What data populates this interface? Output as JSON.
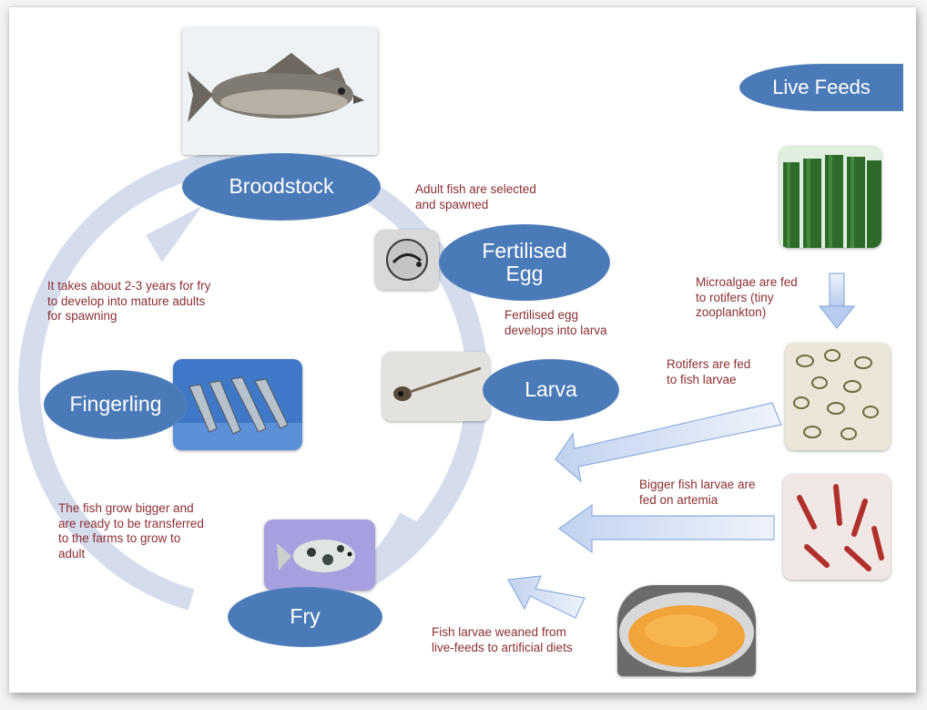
{
  "stages": {
    "broodstock": "Broodstock",
    "fertilised_egg": "Fertilised\nEgg",
    "larva": "Larva",
    "fingerling": "Fingerling",
    "fry": "Fry",
    "live_feeds": "Live Feeds"
  },
  "notes": {
    "adult_selected": "Adult fish are selected\nand spawned",
    "egg_develops": "Fertilised egg\ndevelops into larva",
    "fry_to_adults": "It takes about 2-3 years for fry\nto develop into mature adults\nfor spawning",
    "grow_bigger": "The fish grow bigger and\nare ready to be transferred\nto the farms to grow to\nadult",
    "microalgae": "Microalgae are fed\nto rotifers (tiny\nzooplankton)",
    "rotifers": "Rotifers are fed\nto fish larvae",
    "artemia": "Bigger fish larvae are\nfed on artemia",
    "weaned": "Fish larvae weaned from\nlive-feeds to artificial diets"
  },
  "colors": {
    "stage_fill": "#4a7ab8",
    "note_text": "#8a2f33",
    "cycle_ring": "#d5dcec",
    "feed_arrow": "#c6d5f0"
  },
  "images": [
    "broodstock-fish-photo",
    "fertilised-egg-photo",
    "larva-photo",
    "fingerling-photo",
    "fry-photo",
    "microalgae-tanks-photo",
    "rotifers-photo",
    "artemia-photo",
    "artificial-diet-photo"
  ]
}
